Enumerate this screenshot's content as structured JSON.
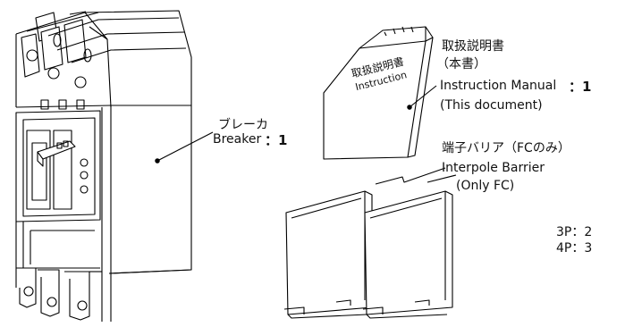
{
  "breaker": {
    "label_jp": "ブレーカ",
    "label_en": "Breaker",
    "qty": "：1"
  },
  "manual": {
    "booklet_line1": "取扱説明書",
    "booklet_line2": "Instruction",
    "label_jp_1": "取扱説明書",
    "label_jp_2": "（本書）",
    "label_en_1": "Instruction Manual",
    "label_en_2": "(This document)",
    "qty": "：1"
  },
  "barrier": {
    "label_jp": "端子バリア（FCのみ）",
    "label_en_1": "Interpole Barrier",
    "label_en_2": "(Only FC)",
    "qty_3p": "3P：2",
    "qty_4p": "4P：3"
  }
}
